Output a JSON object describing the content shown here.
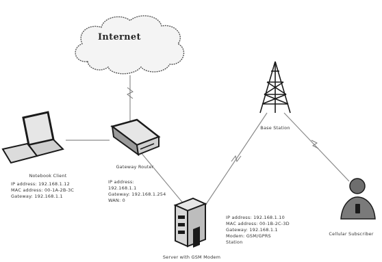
{
  "cloud": {
    "label": "Internet"
  },
  "nodes": {
    "laptop": {
      "title": "Notebook Client",
      "lines": [
        "IP address: 192.168.1.12",
        "MAC address: 00-1A-2B-3C",
        "Gateway: 192.168.1.1"
      ]
    },
    "router": {
      "title": "Gateway Router",
      "lines": [
        "IP address:",
        "192.168.1.1",
        "Gateway: 192.168.1.254",
        "WAN: 0"
      ]
    },
    "server": {
      "title": "Server with GSM Modem",
      "lines": [
        "IP address: 192.168.1.10",
        "MAC address: 00-1B-2C-3D",
        "Gateway: 192.168.1.1",
        "Modem: GSM/GPRS",
        "Station"
      ]
    },
    "tower": {
      "title": "Base Station"
    },
    "user": {
      "title": "Cellular Subscriber"
    }
  },
  "colors": {
    "line": "#8a8a8a",
    "device_dark": "#1a1a1a",
    "device_light": "#e6e6e6",
    "cloud_fill": "#f4f4f4",
    "cloud_stroke": "#555555"
  },
  "icons": {
    "cloud": "cloud-icon",
    "laptop": "laptop-icon",
    "router": "router-icon",
    "server": "server-icon",
    "tower": "cell-tower-icon",
    "user": "user-icon"
  }
}
